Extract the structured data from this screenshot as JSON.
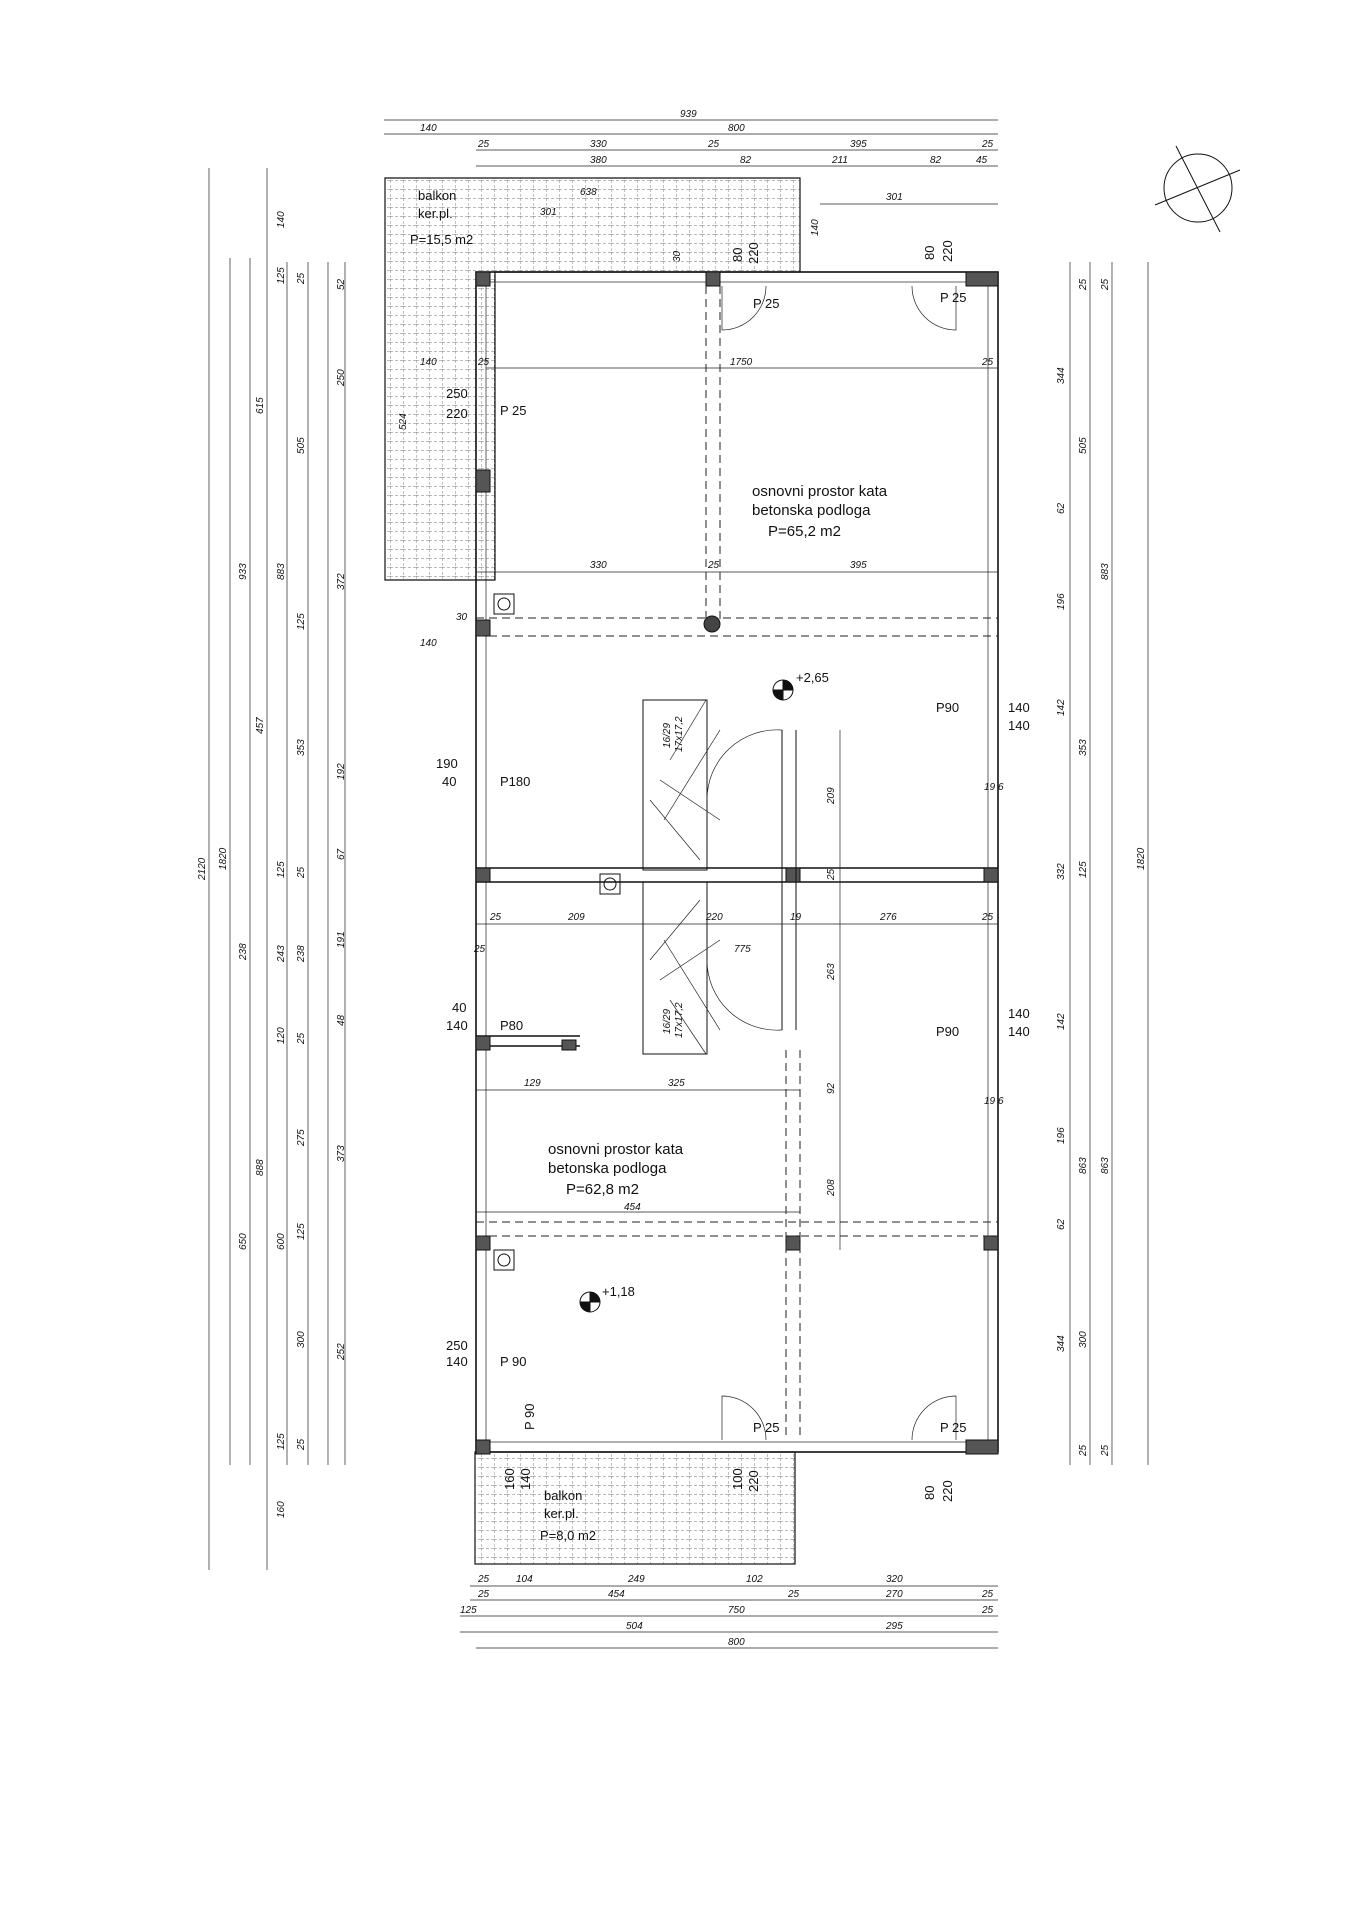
{
  "rooms": {
    "upper_name": "osnovni prostor kata",
    "upper_floor": "betonska podloga",
    "upper_area": "P=65,2 m2",
    "lower_name": "osnovni prostor kata",
    "lower_floor": "betonska podloga",
    "lower_area": "P=62,8 m2"
  },
  "balconies": {
    "top_name": "balkon",
    "top_finish": "ker.pl.",
    "top_area": "P=15,5 m2",
    "bottom_name": "balkon",
    "bottom_finish": "ker.pl.",
    "bottom_area": "P=8,0 m2"
  },
  "levels": {
    "upper": "+2,65",
    "lower": "+1,18"
  },
  "openings": {
    "p25": "P 25",
    "p90_right": "P90",
    "p180": "P180",
    "p80": "P80",
    "p90_left": "P 90",
    "p90_vert": "P 90",
    "w250": "250",
    "w220": "220",
    "w190": "190",
    "w40": "40",
    "w140": "140",
    "w80": "80",
    "w100": "100",
    "w160": "160"
  },
  "dims_top": {
    "d939": "939",
    "d800": "800",
    "d140": "140",
    "d25": "25",
    "d330": "330",
    "d395": "395",
    "d380": "380",
    "d82": "82",
    "d211": "211",
    "d45": "45",
    "d638": "638",
    "d301": "301",
    "d30": "30",
    "d1750": "1750",
    "d524": "524"
  },
  "dims_mid": {
    "d330": "330",
    "d395": "395",
    "d25": "25",
    "d209": "209",
    "d276": "276",
    "d19": "19",
    "d220": "220",
    "d775": "775",
    "d129": "129",
    "d325": "325",
    "d454": "454",
    "d92": "92",
    "d208": "208",
    "d263": "263",
    "d6": "6",
    "d30": "30",
    "d140": "140",
    "stair1": "16/29",
    "stair2": "17x17,2"
  },
  "dims_left": {
    "d2120": "2120",
    "d1820": "1820",
    "d933": "933",
    "d615": "615",
    "d457": "457",
    "d238": "238",
    "d650": "650",
    "d888": "888",
    "d160": "160",
    "d883": "883",
    "d243": "243",
    "d600": "600",
    "d140": "140",
    "d125": "125",
    "d505": "505",
    "d353": "353",
    "d300": "300",
    "d52": "52",
    "d250": "250",
    "d372": "372",
    "d192": "192",
    "d67": "67",
    "d191": "191",
    "d48": "48",
    "d275": "275",
    "d373": "373",
    "d252": "252",
    "d25": "25",
    "d120": "120"
  },
  "dims_right": {
    "d1820": "1820",
    "d344": "344",
    "d505": "505",
    "d62": "62",
    "d196": "196",
    "d142": "142",
    "d353": "353",
    "d332": "332",
    "d863": "863",
    "d883": "883",
    "d300": "300",
    "d125": "125",
    "d25": "25"
  },
  "dims_bottom": {
    "d104": "104",
    "d249": "249",
    "d102": "102",
    "d320": "320",
    "d454": "454",
    "d750": "750",
    "d270": "270",
    "d504": "504",
    "d295": "295",
    "d800": "800",
    "d125": "125",
    "d25": "25"
  }
}
